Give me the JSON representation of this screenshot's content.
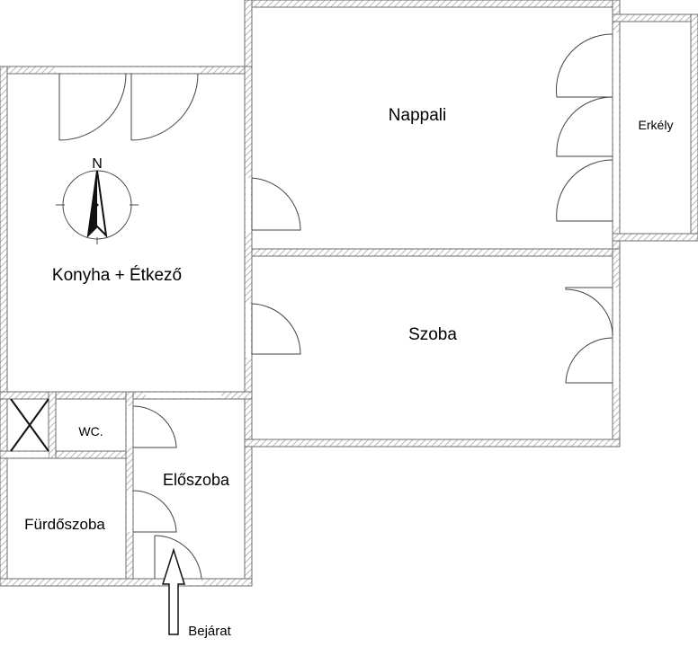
{
  "rooms": {
    "nappali": "Nappali",
    "erkely": "Erkély",
    "konyha": "Konyha + Étkező",
    "szoba": "Szoba",
    "wc": "WC.",
    "eloszoba": "Előszoba",
    "furdoszoba": "Fürdőszoba"
  },
  "entrance_label": "Bejárat",
  "compass_north": "N",
  "colors": {
    "wall_outline": "#6e6e6e",
    "wall_hatch": "#b8b8b8",
    "line": "#111111",
    "door_swing": "#444444"
  }
}
